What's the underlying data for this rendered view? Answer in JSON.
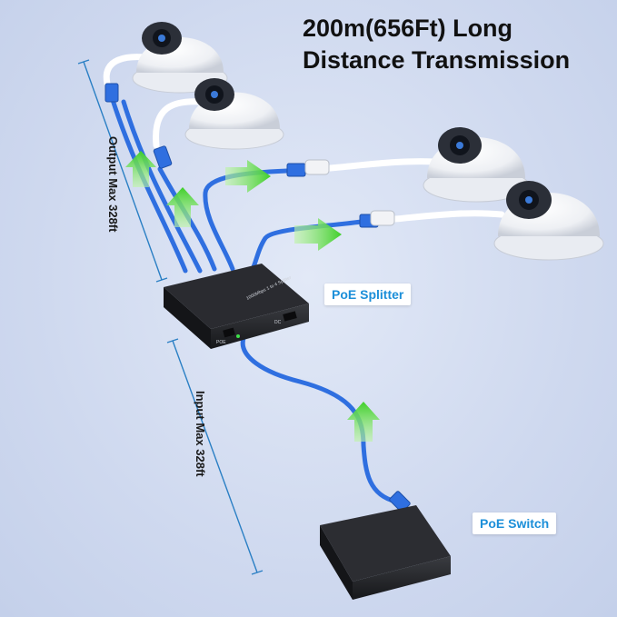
{
  "headline": {
    "line1": "200m(656Ft) Long",
    "line2": "Distance Transmission"
  },
  "labels": {
    "output_distance": "Output Max 328ft",
    "input_distance": "Input Max 328ft",
    "splitter": "PoE Splitter",
    "switch": "PoE Switch"
  },
  "device": {
    "splitter_model_text": "1000Mbps 1 to 4 Splitter",
    "poe_port_text": "POE",
    "dc_port_text": "DC"
  },
  "colors": {
    "cable_blue": "#2f6fe0",
    "label_blue": "#1c8fd9",
    "arrow_green": "#6ee34a",
    "device_black": "#1e1f22",
    "camera_white": "#f7f8fb"
  },
  "icons": {
    "dome_camera": "dome-camera-icon",
    "flow_arrow": "arrow-icon"
  }
}
